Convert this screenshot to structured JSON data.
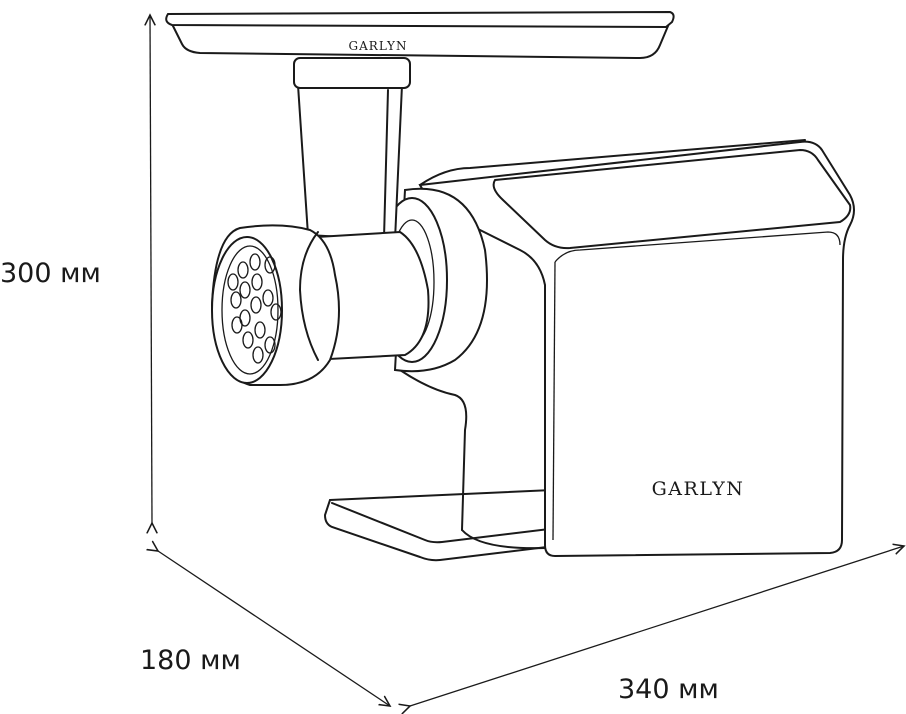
{
  "dimensions": {
    "height_label": "300 мм",
    "depth_label": "180 мм",
    "width_label": "340 мм"
  },
  "branding": {
    "tray_logo": "GARLYN",
    "body_logo": "GARLYN"
  }
}
